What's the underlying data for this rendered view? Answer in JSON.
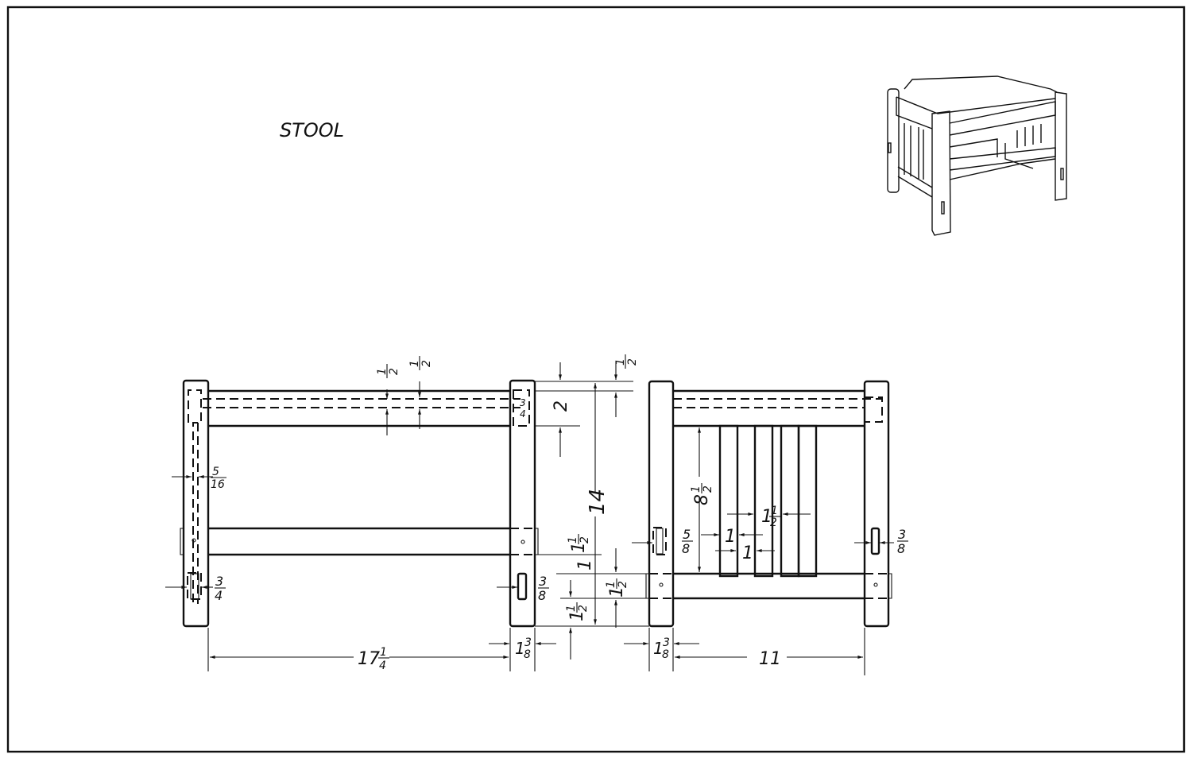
{
  "title": "STOOL",
  "dimensions": {
    "top_rail_a": {
      "num": "1",
      "den": "2"
    },
    "top_rail_b": {
      "num": "1",
      "den": "2"
    },
    "top_offset": {
      "num": "1",
      "den": "2"
    },
    "rail_height": "2",
    "tenon_thickness": {
      "num": "3",
      "den": "4"
    },
    "overall_height": "14",
    "dowel_spacing": {
      "num": "5",
      "den": "16"
    },
    "slot_left": {
      "num": "3",
      "den": "4"
    },
    "slot_mid": {
      "num": "3",
      "den": "8"
    },
    "mid_rail": {
      "whole": "1",
      "num": "1",
      "den": "2"
    },
    "gap_one": "1",
    "bottom_clear": {
      "whole": "1",
      "num": "1",
      "den": "2"
    },
    "bottom_rail": {
      "whole": "1",
      "num": "1",
      "den": "2"
    },
    "leg_width_a": {
      "whole": "1",
      "num": "3",
      "den": "8"
    },
    "leg_width_b": {
      "whole": "1",
      "num": "3",
      "den": "8"
    },
    "length": {
      "whole": "17",
      "num": "1",
      "den": "4"
    },
    "width": "11",
    "slat_height": {
      "whole": "8",
      "num": "1",
      "den": "2"
    },
    "slat_spacing": {
      "whole": "1",
      "num": "1",
      "den": "2"
    },
    "slat_width": "1",
    "slat_gap": "1",
    "slot_right_a": {
      "num": "5",
      "den": "8"
    },
    "slot_right_b": {
      "num": "3",
      "den": "8"
    }
  },
  "colors": {
    "ink": "#111111",
    "paper": "#ffffff"
  }
}
